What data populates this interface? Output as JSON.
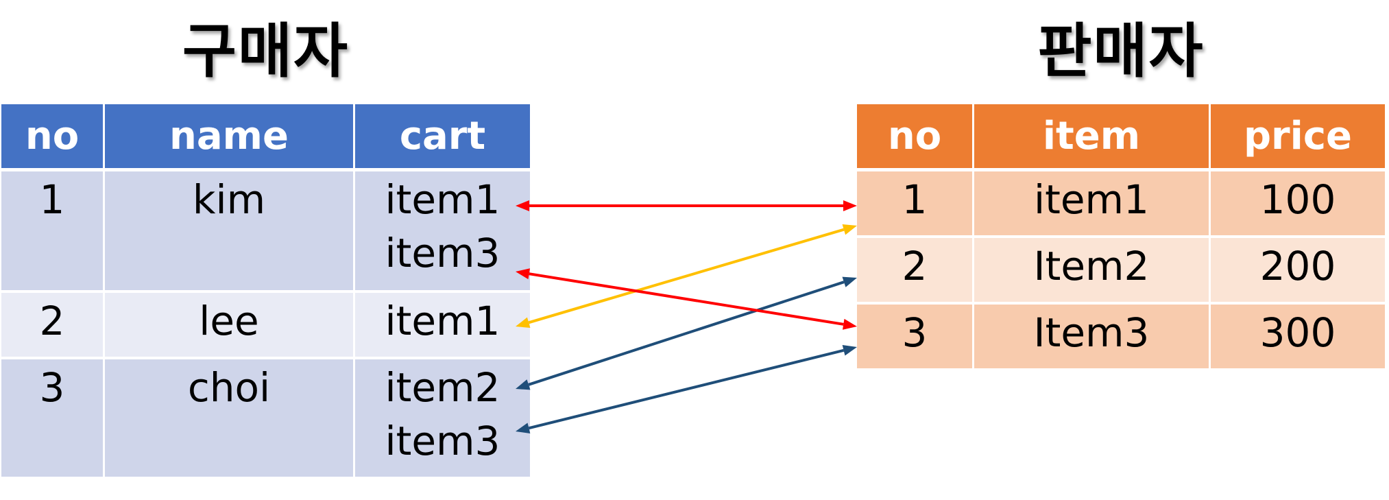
{
  "buyer": {
    "title": "구매자",
    "headers": [
      "no",
      "name",
      "cart"
    ],
    "rows": [
      {
        "no": "1",
        "name": "kim",
        "cart": "item1\nitem3"
      },
      {
        "no": "2",
        "name": "lee",
        "cart": "item1"
      },
      {
        "no": "3",
        "name": "choi",
        "cart": "item2\nitem3"
      }
    ]
  },
  "seller": {
    "title": "판매자",
    "headers": [
      "no",
      "item",
      "price"
    ],
    "rows": [
      {
        "no": "1",
        "item": "item1",
        "price": "100"
      },
      {
        "no": "2",
        "item": "Item2",
        "price": "200"
      },
      {
        "no": "3",
        "item": "Item3",
        "price": "300"
      }
    ]
  },
  "links": [
    {
      "from": "kim-item1",
      "to": "seller-item1",
      "color": "#ff0000"
    },
    {
      "from": "kim-item3",
      "to": "seller-item3",
      "color": "#ff0000"
    },
    {
      "from": "lee-item1",
      "to": "seller-item1",
      "color": "#ffc000"
    },
    {
      "from": "choi-item2",
      "to": "seller-item2",
      "color": "#1f4e79"
    },
    {
      "from": "choi-item3",
      "to": "seller-item3",
      "color": "#1f4e79"
    }
  ]
}
